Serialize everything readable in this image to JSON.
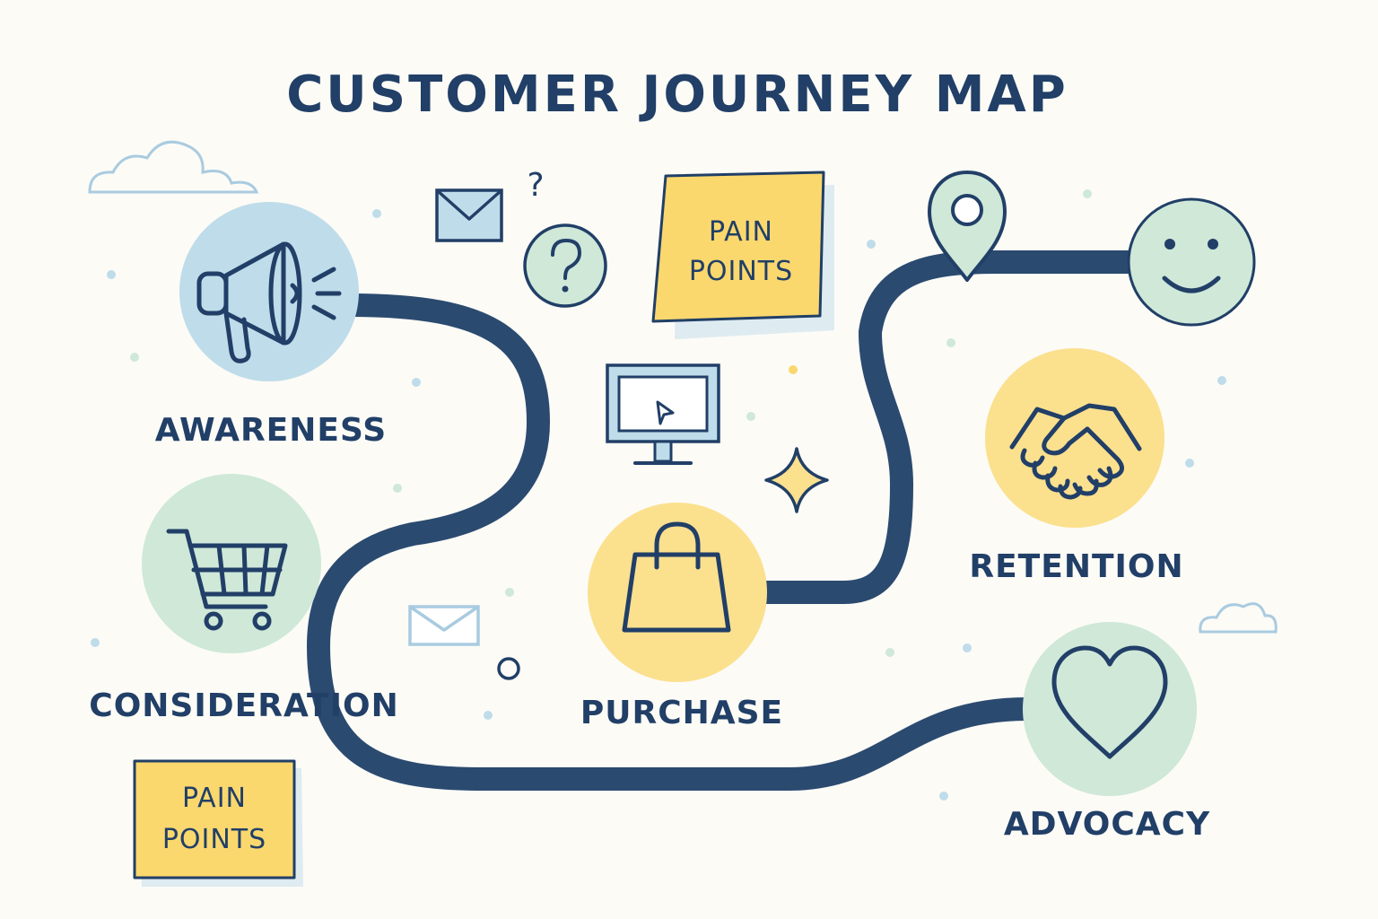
{
  "title": "CUSTOMER JOURNEY MAP",
  "colors": {
    "navy": "#213F67",
    "path": "#2B4A70",
    "blue_circle": "#BFDCEA",
    "green_circle": "#CFE8D8",
    "yellow_circle": "#FBE08E",
    "note_yellow": "#FAD86E",
    "background": "#FCFBF6"
  },
  "stages": [
    {
      "label": "AWARENESS",
      "icon": "megaphone-icon"
    },
    {
      "label": "CONSIDERATION",
      "icon": "shopping-cart-icon"
    },
    {
      "label": "PURCHASE",
      "icon": "shopping-bag-icon"
    },
    {
      "label": "RETENTION",
      "icon": "handshake-icon"
    },
    {
      "label": "ADVOCACY",
      "icon": "heart-icon"
    }
  ],
  "end_icon": "smiley-face-icon",
  "notes": [
    {
      "line1": "PAIN",
      "line2": "POINTS"
    },
    {
      "line1": "PAIN",
      "line2": "POINTS"
    }
  ],
  "decor": {
    "question_mark": "?",
    "icons": [
      "cloud-icon",
      "envelope-icon",
      "question-icon",
      "monitor-icon",
      "sparkle-icon",
      "location-pin-icon"
    ]
  }
}
